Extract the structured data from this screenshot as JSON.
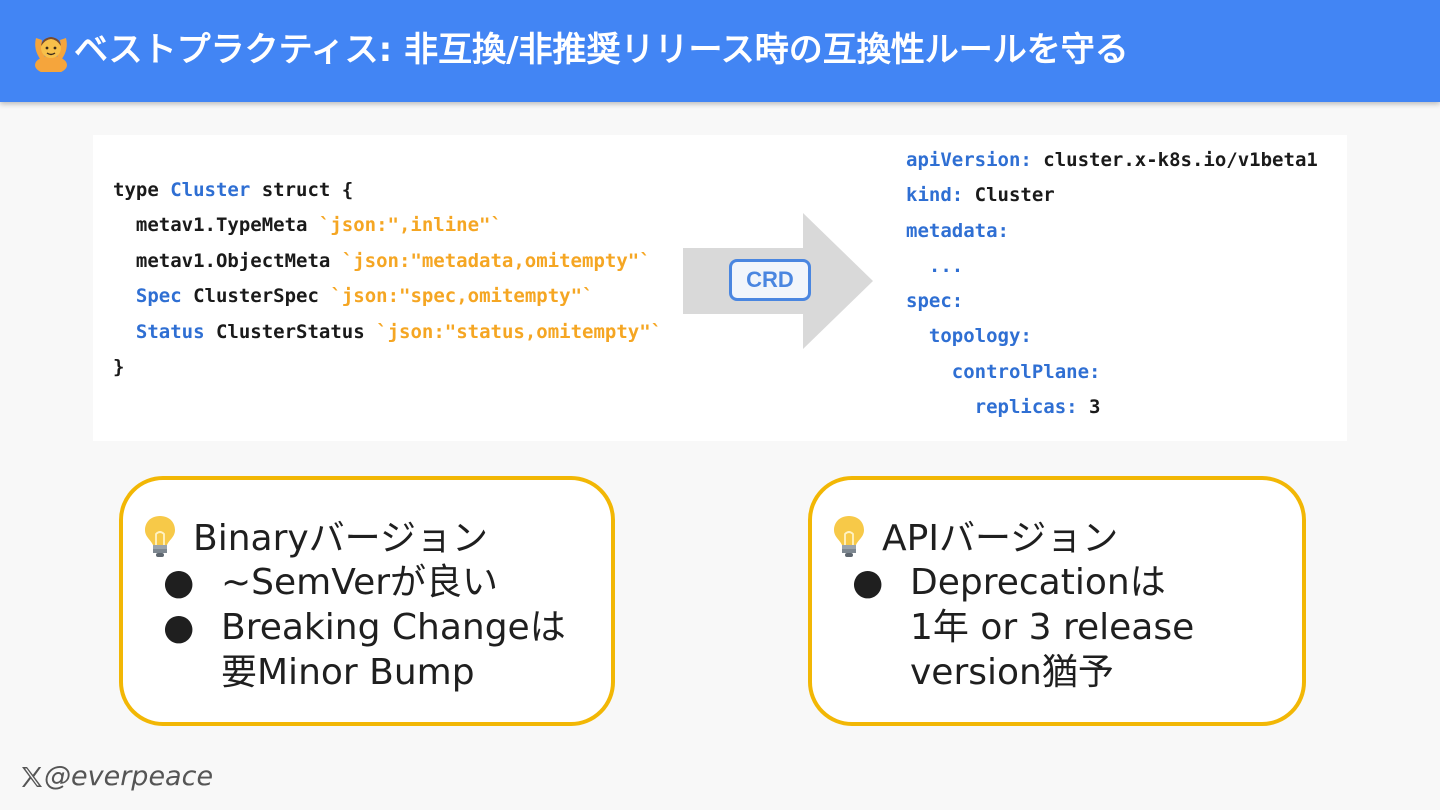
{
  "header": {
    "emoji_icon": "person-gesturing-ok-icon",
    "title": "ベストプラクティス: 非互換/非推奨リリース時の互換性ルールを守る",
    "background": "#4285f4"
  },
  "go_code": {
    "line1": {
      "a": "type ",
      "b": "Cluster",
      "c": " struct {"
    },
    "line2": {
      "a": "  metav1.TypeMeta ",
      "b": "`json:\",inline\"`"
    },
    "line3": {
      "a": "  metav1.ObjectMeta ",
      "b": "`json:\"metadata,omitempty\"`"
    },
    "line4": {
      "a": "  ",
      "b": "Spec",
      "c": " ClusterSpec ",
      "d": "`json:\"spec,omitempty\"`"
    },
    "line5": {
      "a": "  ",
      "b": "Status",
      "c": " ClusterStatus ",
      "d": "`json:\"status,omitempty\"`"
    },
    "line6": {
      "a": "}"
    }
  },
  "arrow": {
    "icon": "right-arrow-icon",
    "label": "CRD"
  },
  "yaml_code": {
    "line1": {
      "key": "apiVersion:",
      "value": " cluster.x-k8s.io/v1beta1"
    },
    "line2": {
      "key": "kind:",
      "value": " Cluster"
    },
    "line3": {
      "key": "metadata:"
    },
    "line4": {
      "key": "  ..."
    },
    "line5": {
      "key": "spec:"
    },
    "line6": {
      "key": "  topology:"
    },
    "line7": {
      "key": "    controlPlane:"
    },
    "line8": {
      "key": "      replicas:",
      "value": " 3"
    }
  },
  "cards": {
    "binary": {
      "icon": "light-bulb-icon",
      "title": "Binaryバージョン",
      "bullet": "●",
      "items": [
        "~SemVerが良い",
        "Breaking Changeは",
        "要Minor Bump"
      ]
    },
    "api": {
      "icon": "light-bulb-icon",
      "title": "APIバージョン",
      "bullet": "●",
      "items": [
        "Deprecationは",
        "1年 or 3 release",
        "version猶予"
      ]
    }
  },
  "footer": {
    "icon": "x-logo-icon",
    "handle": "@everpeace"
  },
  "colors": {
    "key_blue": "#2f6fd3",
    "tag_orange": "#f5a623",
    "card_border": "#f2b705"
  }
}
